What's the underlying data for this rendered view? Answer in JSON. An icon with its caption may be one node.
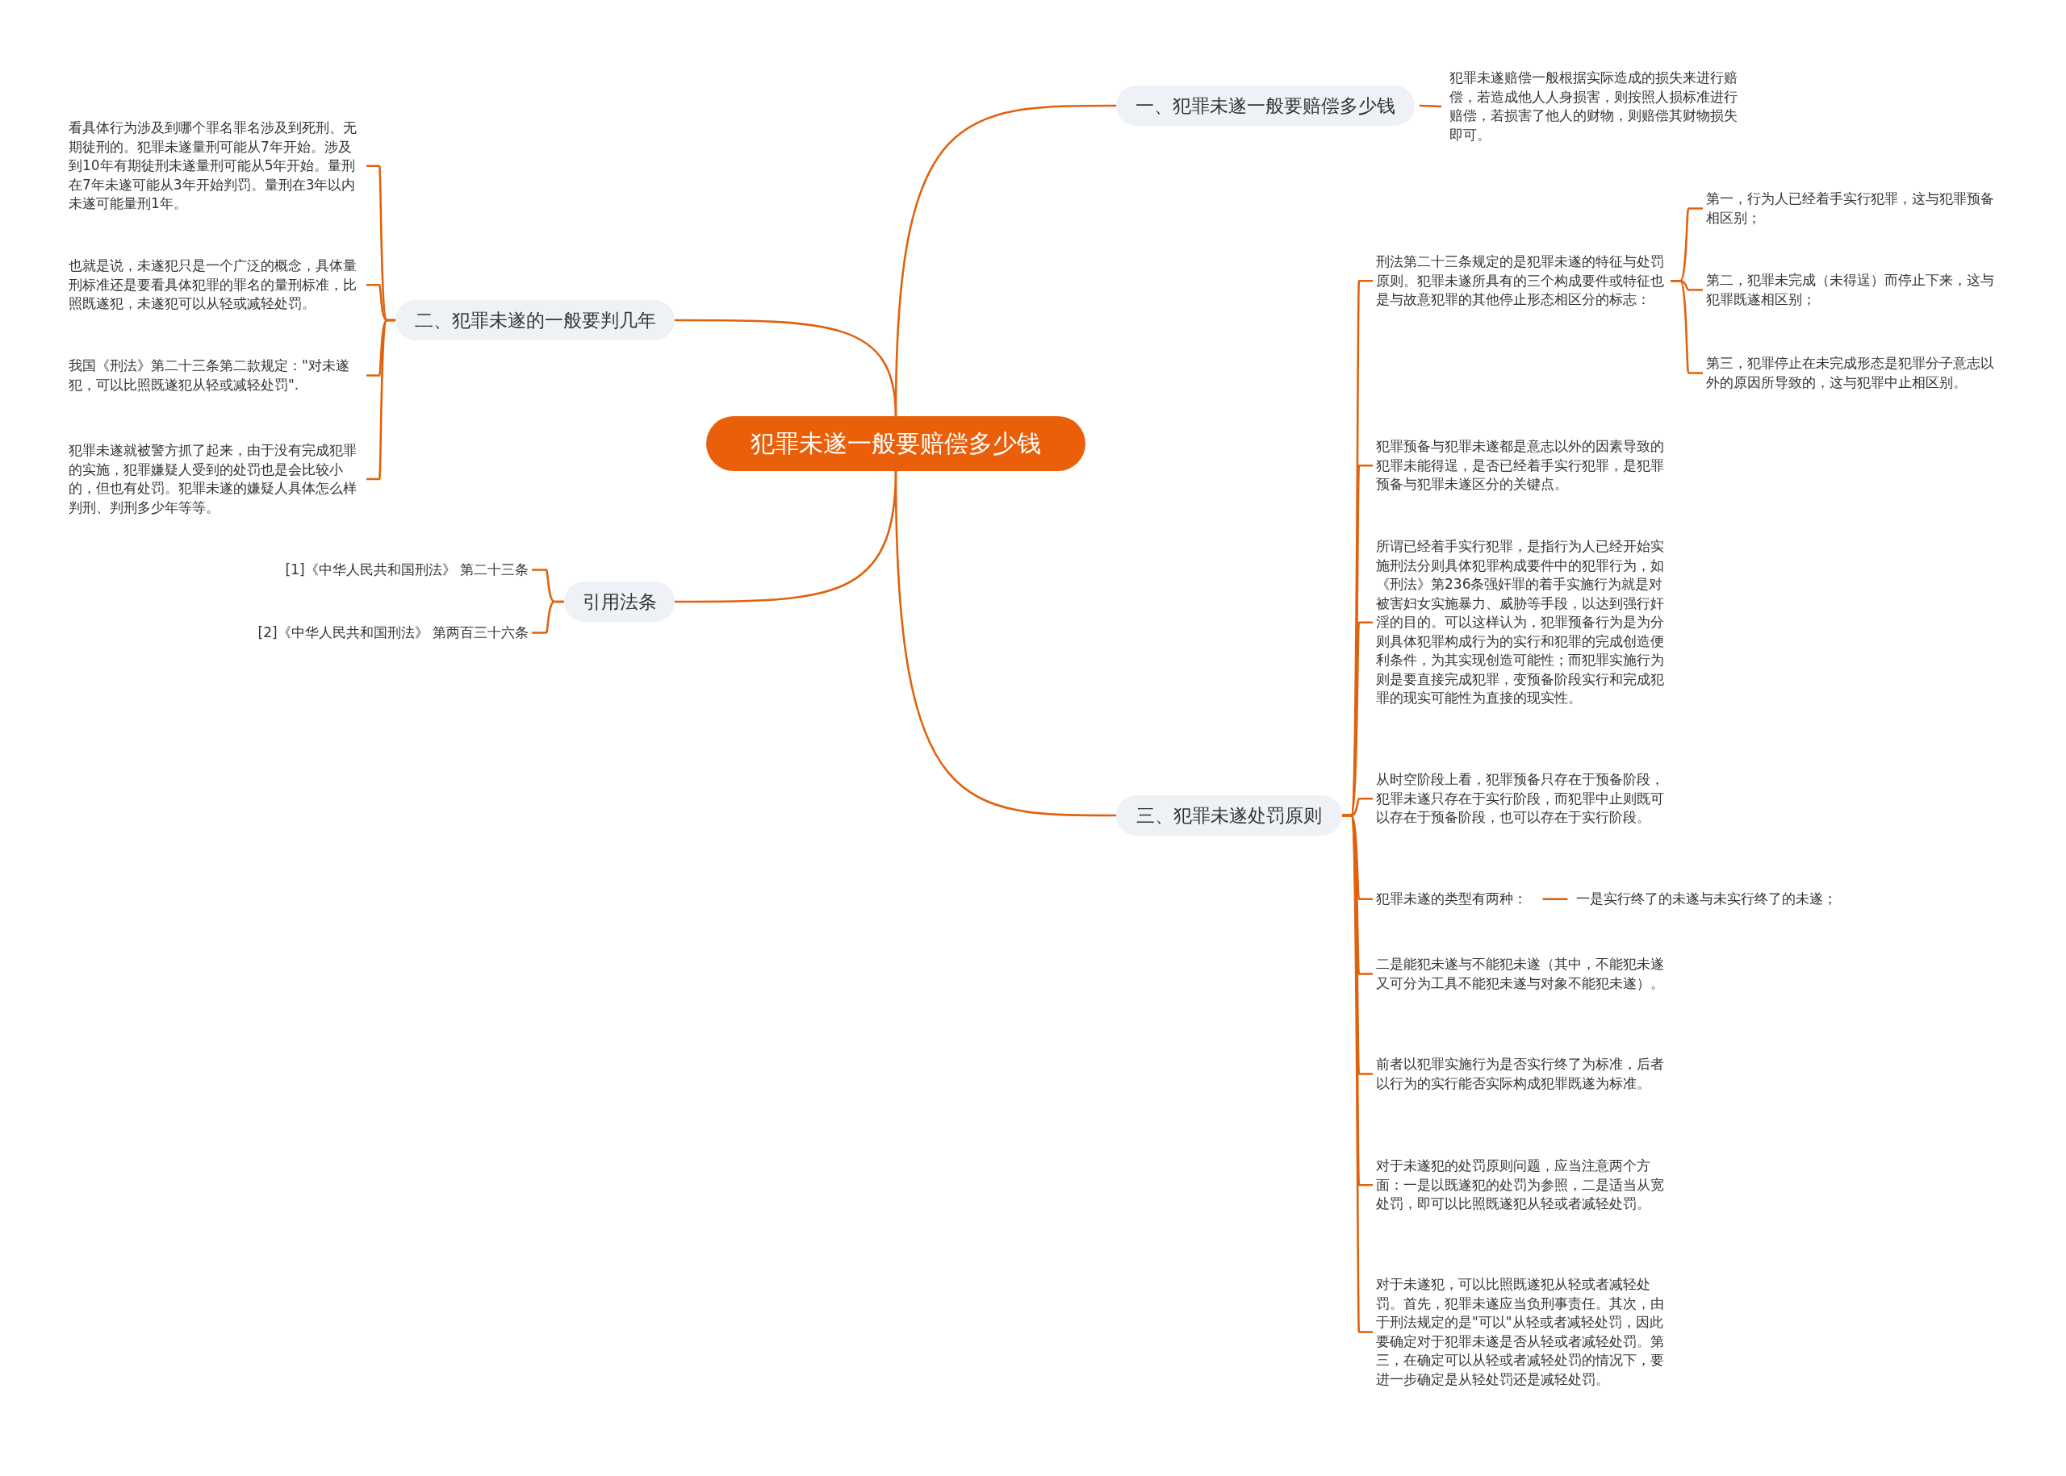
{
  "diagram": {
    "nodes": [
      {
        "text": [
          "犯罪未遂一般要赔偿多少钱"
        ]
      },
      {
        "text": [
          "一、犯罪未遂一般要赔偿多少钱"
        ]
      },
      {
        "text": [
          "犯罪未遂赔偿一般根据实际造成的损失来进行赔偿，若造成他人人身损害，则按照人损标准进行赔偿，若损害了他人的财物，则赔偿其财物损失即可。"
        ]
      },
      {
        "text": [
          "二、犯罪未遂的一般要判几年"
        ]
      },
      {
        "text": [
          "看具体行为涉及到哪个罪名罪名涉及到死刑、无期徒刑的。犯罪未遂量刑可能从7年开始。涉及到10年有期徒刑未遂量刑可能从5年开始。量刑在7年未遂可能从3年开始判罚。量刑在3年以内未遂可能量刑1年。"
        ]
      },
      {
        "text": [
          "也就是说，未遂犯只是一个广泛的概念，具体量刑标准还是要看具体犯罪的罪名的量刑标准，比照既遂犯，未遂犯可以从轻或减轻处罚。"
        ]
      },
      {
        "text": [
          "我国《刑法》第二十三条第二款规定：\"对未遂犯，可以比照既遂犯从轻或减轻处罚\"."
        ]
      },
      {
        "text": [
          "犯罪未遂就被警方抓了起来，由于没有完成犯罪的实施，犯罪嫌疑人受到的处罚也是会比较小的，但也有处罚。犯罪未遂的嫌疑人具体怎么样判刑、判刑多少年等等。"
        ]
      },
      {
        "text": [
          "引用法条"
        ]
      },
      {
        "text": [
          "[1]《中华人民共和国刑法》 第二十三条"
        ]
      },
      {
        "text": [
          "[2]《中华人民共和国刑法》 第两百三十六条"
        ]
      },
      {
        "text": [
          "三、犯罪未遂处罚原则"
        ]
      },
      {
        "text": [
          "刑法第二十三条规定的是犯罪未遂的特征与处罚原则。犯罪未遂所具有的三个构成要件或特征也是与故意犯罪的其他停止形态相区分的标志："
        ]
      },
      {
        "text": [
          "第一，行为人已经着手实行犯罪，这与犯罪预备相区别；"
        ]
      },
      {
        "text": [
          "第二，犯罪未完成（未得逞）而停止下来，这与犯罪既遂相区别；"
        ]
      },
      {
        "text": [
          "第三，犯罪停止在未完成形态是犯罪分子意志以外的原因所导致的，这与犯罪中止相区别。"
        ]
      },
      {
        "text": [
          "犯罪预备与犯罪未遂都是意志以外的因素导致的犯罪未能得逞，是否已经着手实行犯罪，是犯罪预备与犯罪未遂区分的关键点。"
        ]
      },
      {
        "text": [
          "所谓已经着手实行犯罪，是指行为人已经开始实施刑法分则具体犯罪构成要件中的犯罪行为，如《刑法》第236条强奸罪的着手实施行为就是对被害妇女实施暴力、威胁等手段，以达到强行奸淫的目的。可以这样认为，犯罪预备行为是为分则具体犯罪构成行为的实行和犯罪的完成创造便利条件，为其实现创造可能性；而犯罪实施行为则是要直接完成犯罪，变预备阶段实行和完成犯罪的现实可能性为直接的现实性。"
        ]
      },
      {
        "text": [
          "从时空阶段上看，犯罪预备只存在于预备阶段，犯罪未遂只存在于实行阶段，而犯罪中止则既可以存在于预备阶段，也可以存在于实行阶段。"
        ]
      },
      {
        "text": [
          "犯罪未遂的类型有两种："
        ]
      },
      {
        "text": [
          "一是实行终了的未遂与未实行终了的未遂；"
        ]
      },
      {
        "text": [
          "二是能犯未遂与不能犯未遂（其中，不能犯未遂又可分为工具不能犯未遂与对象不能犯未遂）。"
        ]
      },
      {
        "text": [
          "前者以犯罪实施行为是否实行终了为标准，后者以行为的实行能否实际构成犯罪既遂为标准。"
        ]
      },
      {
        "text": [
          "对于未遂犯的处罚原则问题，应当注意两个方面：一是以既遂犯的处罚为参照，二是适当从宽处罚，即可以比照既遂犯从轻或者减轻处罚。"
        ]
      },
      {
        "text": [
          "对于未遂犯，可以比照既遂犯从轻或者减轻处罚。首先，犯罪未遂应当负刑事责任。其次，由于刑法规定的是\"可以\"从轻或者减轻处罚，因此要确定对于犯罪未遂是否从轻或者减轻处罚。第三，在确定可以从轻或者减轻处罚的情况下，要进一步确定是从轻处罚还是减轻处罚。"
        ]
      }
    ],
    "edges": [
      {
        "from": 0,
        "to": 1,
        "arrow": "none"
      },
      {
        "from": 1,
        "to": 2,
        "arrow": "none"
      },
      {
        "from": 0,
        "to": 3,
        "arrow": "none"
      },
      {
        "from": 3,
        "to": 4,
        "arrow": "none"
      },
      {
        "from": 3,
        "to": 5,
        "arrow": "none"
      },
      {
        "from": 3,
        "to": 6,
        "arrow": "none"
      },
      {
        "from": 3,
        "to": 7,
        "arrow": "none"
      },
      {
        "from": 0,
        "to": 8,
        "arrow": "none"
      },
      {
        "from": 8,
        "to": 9,
        "arrow": "none"
      },
      {
        "from": 8,
        "to": 10,
        "arrow": "none"
      },
      {
        "from": 0,
        "to": 11,
        "arrow": "none"
      },
      {
        "from": 11,
        "to": 12,
        "arrow": "none"
      },
      {
        "from": 12,
        "to": 13,
        "arrow": "none"
      },
      {
        "from": 12,
        "to": 14,
        "arrow": "none"
      },
      {
        "from": 12,
        "to": 15,
        "arrow": "none"
      },
      {
        "from": 11,
        "to": 16,
        "arrow": "none"
      },
      {
        "from": 11,
        "to": 17,
        "arrow": "none"
      },
      {
        "from": 11,
        "to": 18,
        "arrow": "none"
      },
      {
        "from": 11,
        "to": 19,
        "arrow": "none"
      },
      {
        "from": 19,
        "to": 20,
        "arrow": "none"
      },
      {
        "from": 11,
        "to": 21,
        "arrow": "none"
      },
      {
        "from": 11,
        "to": 22,
        "arrow": "none"
      },
      {
        "from": 11,
        "to": 23,
        "arrow": "none"
      },
      {
        "from": 11,
        "to": 24,
        "arrow": "none"
      }
    ]
  }
}
